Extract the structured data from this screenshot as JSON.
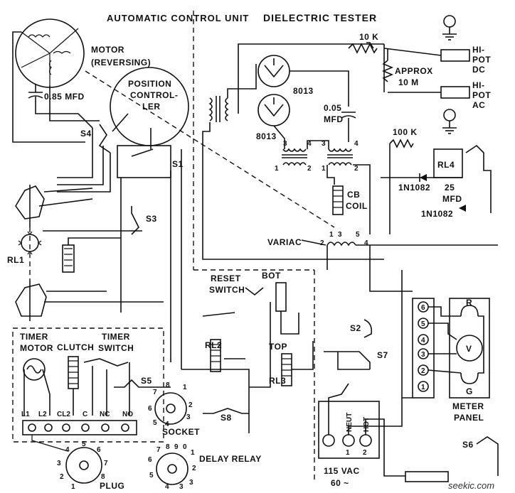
{
  "sections": {
    "auto_control": "AUTOMATIC CONTROL UNIT",
    "tester": "DIELECTRIC TESTER"
  },
  "components": {
    "motor": "MOTOR",
    "motor_sub": "(REVERSING)",
    "cap_085": "0.85 MFD",
    "pos_ctrl_1": "POSITION",
    "pos_ctrl_2": "CONTROL-",
    "pos_ctrl_3": "LER",
    "s4": "S4",
    "s1": "S1",
    "s3": "S3",
    "rl1": "RL1",
    "timer_motor_1": "TIMER",
    "timer_motor_2": "MOTOR",
    "clutch": "CLUTCH",
    "timer_switch_1": "TIMER",
    "timer_switch_2": "SWITCH",
    "s5": "S5",
    "l1": "L1",
    "l2": "L2",
    "cl2": "CL2",
    "c": "C",
    "nc": "NC",
    "no": "NO",
    "plug": "PLUG",
    "tube_top": "8013",
    "tube_bot": "8013",
    "r10k": "10 K",
    "approx_1": "APPROX",
    "approx_2": "10 M",
    "hipot_dc_1": "HI-",
    "hipot_dc_2": "POT",
    "hipot_dc_3": "DC",
    "hipot_ac_1": "HI-",
    "hipot_ac_2": "POT",
    "hipot_ac_3": "AC",
    "cap_005_1": "0.05",
    "cap_005_2": "MFD",
    "r100k": "100 K",
    "rl4": "RL4",
    "diode_1": "1N1082",
    "diode_2": "1N1082",
    "cap_25_1": "25",
    "cap_25_2": "MFD",
    "cb_coil_1": "CB",
    "cb_coil_2": "COIL",
    "variac": "VARIAC",
    "reset_1": "RESET",
    "reset_2": "SWITCH",
    "bot": "BOT",
    "top": "TOP",
    "rl2": "RL2",
    "rl3": "RL3",
    "s2": "S2",
    "s7": "S7",
    "s8": "S8",
    "s6": "S6",
    "socket": "SOCKET",
    "delay_relay": "DELAY RELAY",
    "meter_r": "R",
    "meter_v": "V",
    "meter_g": "G",
    "meter_panel_1": "METER",
    "meter_panel_2": "PANEL",
    "neut": "NEUT",
    "hot": "HOT",
    "ac_1": "115 VAC",
    "ac_2": "60 ~",
    "t_n1": "3",
    "t_n2": "4",
    "t_n3": "3",
    "t_n4": "4",
    "t_n5": "1",
    "t_n6": "2",
    "t_n7": "1",
    "t_n8": "2",
    "v_n1": "1",
    "v_n2": "3",
    "v_n3": "5",
    "v_n4": "2",
    "v_n5": "4",
    "term_6": "6",
    "term_5": "5",
    "term_4": "4",
    "term_3": "3",
    "term_2": "2",
    "term_1": "1",
    "ac_t1": "1",
    "ac_t2": "2",
    "watermark": "seekic.com"
  }
}
